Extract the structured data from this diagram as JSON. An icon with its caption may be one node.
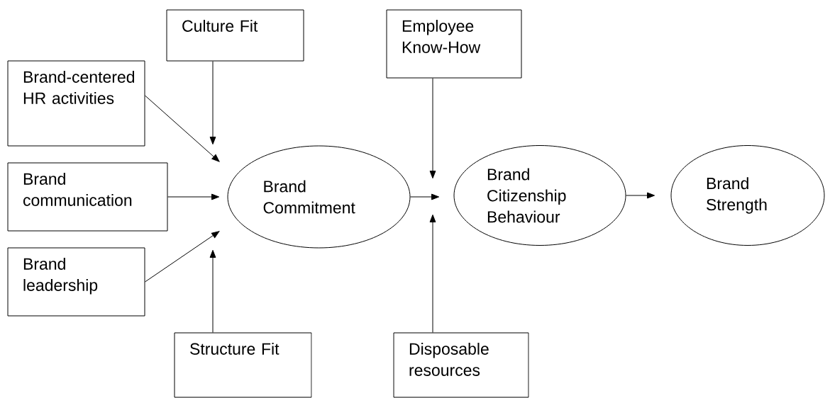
{
  "diagram": {
    "nodes": [
      {
        "text": [
          "Culture Fit"
        ]
      },
      {
        "text": [
          "Brand-centered HR activities"
        ]
      },
      {
        "text": [
          "Brand communication"
        ]
      },
      {
        "text": [
          "Brand leadership"
        ]
      },
      {
        "text": [
          "Structure Fit"
        ]
      },
      {
        "text": [
          "Brand Commitment"
        ]
      },
      {
        "text": [
          "Employee Know-How"
        ]
      },
      {
        "text": [
          "Disposable resources"
        ]
      },
      {
        "text": [
          "Brand Citizenship Behaviour"
        ]
      },
      {
        "text": [
          "Brand Strength"
        ]
      }
    ],
    "edges": [
      {
        "from": 0,
        "to": 5,
        "arrow": "to"
      },
      {
        "from": 1,
        "to": 5,
        "arrow": "to"
      },
      {
        "from": 2,
        "to": 5,
        "arrow": "to"
      },
      {
        "from": 3,
        "to": 5,
        "arrow": "to"
      },
      {
        "from": 4,
        "to": 5,
        "arrow": "to"
      },
      {
        "from": 5,
        "to": 8,
        "arrow": "to"
      },
      {
        "from": 6,
        "to": 8,
        "arrow": "to"
      },
      {
        "from": 7,
        "to": 8,
        "arrow": "to"
      },
      {
        "from": 8,
        "to": 9,
        "arrow": "to"
      }
    ]
  }
}
